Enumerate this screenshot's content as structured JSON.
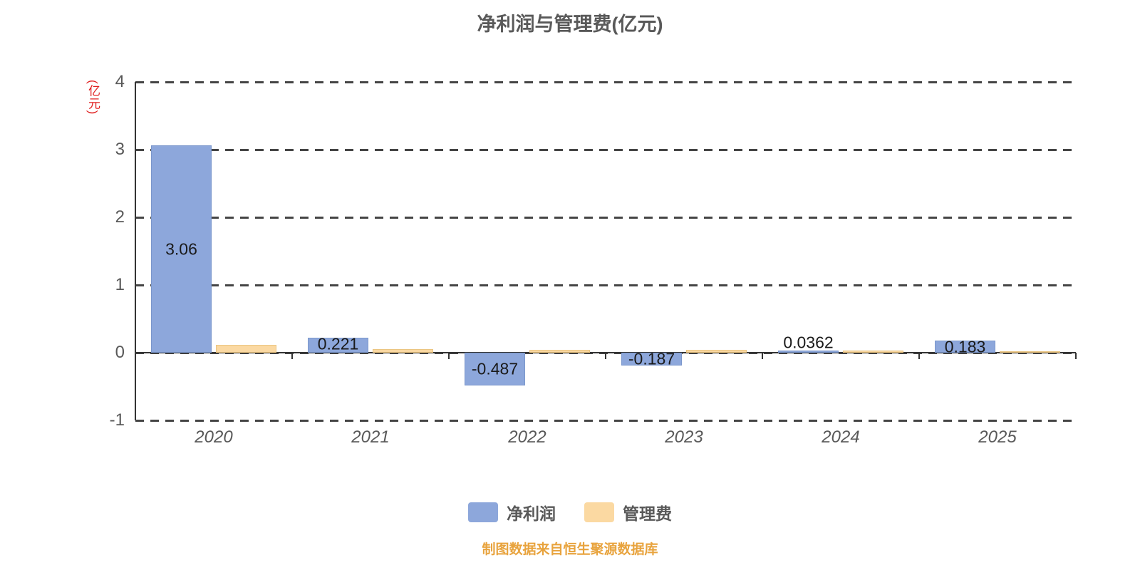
{
  "title": "净利润与管理费(亿元)",
  "y_axis_unit": "(亿元)",
  "footer": "制图数据来自恒生聚源数据库",
  "legend": [
    {
      "label": "净利润",
      "color": "#8da7db"
    },
    {
      "label": "管理费",
      "color": "#fbd9a2"
    }
  ],
  "colors": {
    "net_profit": "#8da7db",
    "net_profit_border": "#7b97cc",
    "management_fee": "#fbd9a2",
    "management_fee_border": "#ebc581",
    "axis": "#333333",
    "tick_label": "#595959",
    "unit_label": "#e02020",
    "footer_text": "#e8a33d"
  },
  "chart_data": {
    "type": "bar",
    "categories": [
      "2020",
      "2021",
      "2022",
      "2023",
      "2024",
      "2025"
    ],
    "series": [
      {
        "name": "净利润",
        "color": "#8da7db",
        "border": "#7b97cc",
        "values": [
          3.06,
          0.221,
          -0.487,
          -0.187,
          0.0362,
          0.183
        ],
        "labels": [
          "3.06",
          "0.221",
          "-0.487",
          "-0.187",
          "0.0362",
          "0.183"
        ]
      },
      {
        "name": "管理费",
        "color": "#fbd9a2",
        "border": "#ebc581",
        "values": [
          0.12,
          0.05,
          0.04,
          0.04,
          0.03,
          0.02
        ],
        "labels": [
          "",
          "",
          "",
          "",
          "",
          ""
        ]
      }
    ],
    "title": "净利润与管理费(亿元)",
    "xlabel": "",
    "ylabel": "(亿元)",
    "ylim": [
      -1,
      4
    ],
    "yticks": [
      "4",
      "3",
      "2",
      "1",
      "0",
      "-1"
    ],
    "grid": true,
    "gridline_style": "dashed",
    "legend_position": "bottom"
  }
}
